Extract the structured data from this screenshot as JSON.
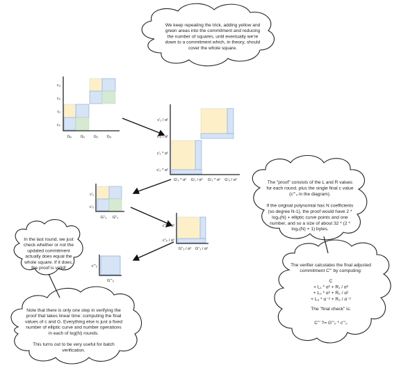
{
  "clouds": {
    "top": {
      "lines": [
        "We keep repeating the trick, adding yellow and",
        "green areas into the commitment and reducing",
        "the number of squares, until eventually we're",
        "down to a commitment which, in theory, should",
        "cover the whole square."
      ]
    },
    "proof": {
      "lines": [
        "The \"proof\" consists of the L and R values",
        "for each round, plus the single final c value",
        "(c'''₀ in the diagram).",
        "",
        "If the original polynomial has N coefficients",
        "(so degree N-1), the proof would have 2 *",
        "log₂(N) + elliptic curve points and one",
        "number, and so a size of about 32 * (2 *",
        "log₂(N) + 1) bytes."
      ]
    },
    "last_round": {
      "lines": [
        "In the last round, we just",
        "check whether or not the",
        "updated commitment",
        "actually does equal the",
        "whole square. If it does,",
        "the proof is valid!"
      ]
    },
    "one_step": {
      "lines": [
        "Note that there is only one step in verifying the",
        "proof that takes linear time: computing the final",
        "values of c and G. Everything else is just a fixed",
        "number of elliptic curve and number operations",
        "in each of log(N) rounds.",
        "",
        "This turns out to be very useful for batch",
        "verification."
      ]
    },
    "verifier": {
      "intro": [
        "The verifier calculates the final adjusted",
        "commitment C''' by computing:"
      ],
      "formula": [
        "C",
        "+ L₁ * α² + R₁ / α²",
        "+ L₂ * α² + R₂ / α²",
        "+ L₃ * α⁻² + R₃ / α⁻²"
      ],
      "final_label": "The \"final check\" is:",
      "final_eq": "C''' ?= G'''₀ * c'''₀"
    }
  },
  "diagrams": {
    "d1": {
      "y_labels": [
        "c₃",
        "c₂",
        "c₁",
        "c₀"
      ],
      "x_labels": [
        "G₀",
        "G₁",
        "G₂",
        "G₃"
      ]
    },
    "d2": {
      "y_labels": [
        "c'₁ / α²",
        "c'₀ / α²",
        "c'₁ * α²",
        "c'₀ * α²"
      ],
      "x_labels": [
        "G'₀ * α²",
        "G'₁ / α²",
        "G'₂ * α²",
        "G'₃ / α²"
      ]
    },
    "d3": {
      "y_labels": [
        "c'₁",
        "c'₀"
      ],
      "x_labels": [
        "G''₀",
        "G''₁"
      ]
    },
    "d4": {
      "y_labels": [
        "c''₁ * α²",
        "c''₀ / α²"
      ],
      "x_labels": [
        "G''₀ / α²",
        "G''₁ / α²"
      ]
    },
    "d5": {
      "y_labels": [
        "c'''₀"
      ],
      "x_labels": [
        "G'''₀"
      ]
    }
  },
  "colors": {
    "yellow": "#fdf0c8",
    "green": "#d5ead0",
    "blue": "#d6e4f5",
    "blue_border": "#7ea6dd"
  }
}
